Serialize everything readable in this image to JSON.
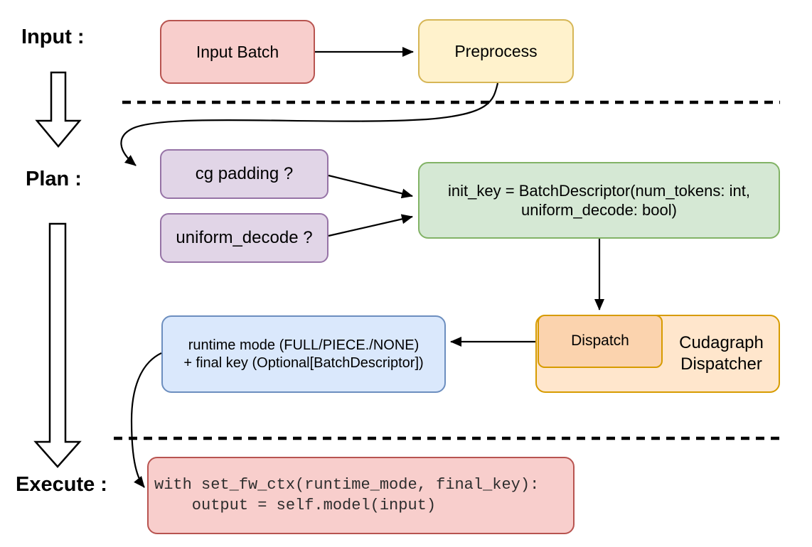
{
  "diagram_title": "Cudagraph dispatch flow (Input / Plan / Execute)",
  "palette": {
    "pink_fill": "#f8cecc",
    "pink_stroke": "#b85450",
    "yellow_fill": "#fff2cc",
    "yellow_stroke": "#d6b656",
    "purple_fill": "#e1d5e7",
    "purple_stroke": "#9673a6",
    "green_fill": "#d5e8d4",
    "green_stroke": "#82b366",
    "orange_outer_fill": "#ffe6cc",
    "orange_inner_fill": "#fbd3ae",
    "orange_stroke": "#d79b00",
    "blue_fill": "#dae8fc",
    "blue_stroke": "#6c8ebf",
    "line_color": "#000000",
    "background": "#ffffff"
  },
  "labels": {
    "input": "Input :",
    "plan": "Plan :",
    "execute": "Execute :"
  },
  "nodes": {
    "input_batch": {
      "label": "Input Batch"
    },
    "preprocess": {
      "label": "Preprocess"
    },
    "cg_padding": {
      "label": "cg padding ?"
    },
    "uniform_decode": {
      "label": "uniform_decode ?"
    },
    "init_key": {
      "lines": [
        "init_key = BatchDescriptor(num_tokens: int,",
        "uniform_decode: bool)"
      ]
    },
    "dispatch": {
      "label": "Dispatch"
    },
    "cudagraph_dispatcher": {
      "lines": [
        "Cudagraph",
        "Dispatcher"
      ]
    },
    "runtime_mode": {
      "lines": [
        "runtime mode (FULL/PIECE./NONE)",
        "+ final key (Optional[BatchDescriptor])"
      ]
    },
    "execute_code": {
      "lines": [
        "with set_fw_ctx(runtime_mode, final_key):",
        "    output = self.model(input)"
      ]
    }
  }
}
